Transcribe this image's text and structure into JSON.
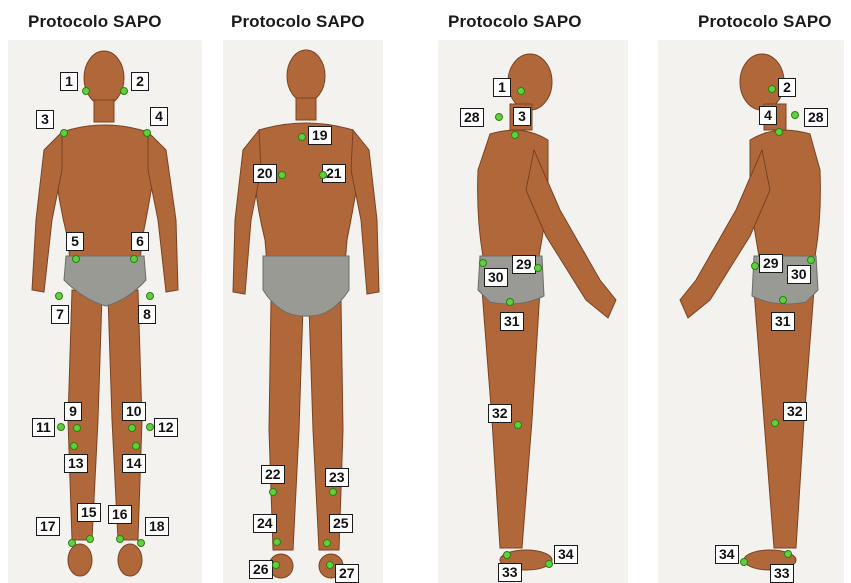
{
  "panels": [
    {
      "title": "Protocolo SAPO",
      "view": "anterior",
      "markers": [
        "1",
        "2",
        "3",
        "4",
        "5",
        "6",
        "7",
        "8",
        "9",
        "10",
        "11",
        "12",
        "13",
        "14",
        "15",
        "16",
        "17",
        "18"
      ]
    },
    {
      "title": "Protocolo SAPO",
      "view": "posterior",
      "markers": [
        "19",
        "20",
        "21",
        "22",
        "23",
        "24",
        "25",
        "26",
        "27"
      ]
    },
    {
      "title": "Protocolo SAPO",
      "view": "lateral-right",
      "markers": [
        "1",
        "28",
        "3",
        "29",
        "30",
        "31",
        "32",
        "33",
        "34"
      ]
    },
    {
      "title": "Protocolo SAPO",
      "view": "lateral-left",
      "markers": [
        "2",
        "4",
        "28",
        "29",
        "30",
        "31",
        "32",
        "34",
        "33"
      ]
    }
  ],
  "colors": {
    "skin": "#b0683a",
    "skin_dark": "#7a4222",
    "underwear": "#9a9a94",
    "marker": "#5fd13a",
    "background": "#f4f2ee"
  }
}
